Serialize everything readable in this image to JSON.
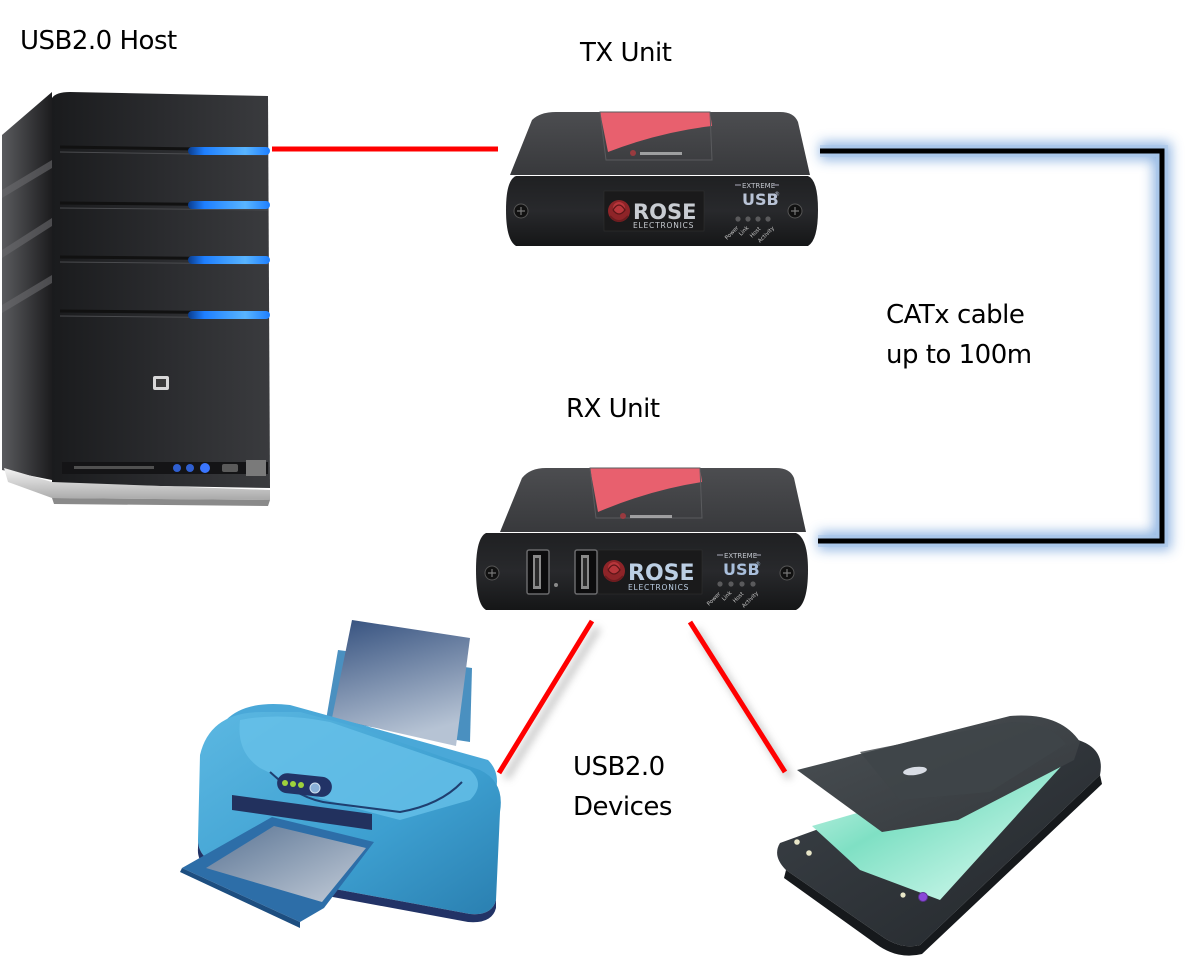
{
  "diagram": {
    "title": "USB2.0 extender over CATx cable",
    "nodes": {
      "host": {
        "label": "USB2.0 Host",
        "kind": "tower server"
      },
      "tx_unit": {
        "label": "TX Unit",
        "brand": "ROSE",
        "brand_sub": "ELECTRONICS",
        "product_top": "EXTREME",
        "product_main": "USB",
        "registered_mark": "®",
        "leds": [
          "Power",
          "Link",
          "Host",
          "Activity"
        ]
      },
      "rx_unit": {
        "label": "RX Unit",
        "brand": "ROSE",
        "brand_sub": "ELECTRONICS",
        "product_top": "EXTREME",
        "product_main": "USB",
        "registered_mark": "®",
        "usb_ports": 2,
        "leds": [
          "Power",
          "Link",
          "Host",
          "Activity"
        ]
      },
      "printer": {
        "kind": "inkjet printer"
      },
      "scanner": {
        "kind": "flatbed scanner"
      }
    },
    "labels": {
      "cable": [
        "CATx cable",
        "up to 100m"
      ],
      "devices": [
        "USB2.0",
        "Devices"
      ]
    },
    "connections": [
      {
        "from": "host",
        "to": "tx_unit",
        "type": "USB",
        "color": "#ff0000"
      },
      {
        "from": "tx_unit",
        "to": "rx_unit",
        "type": "CATx",
        "color": "#000000",
        "glow": "#8db3e2"
      },
      {
        "from": "rx_unit",
        "to": "printer",
        "type": "USB",
        "color": "#ff0000"
      },
      {
        "from": "rx_unit",
        "to": "scanner",
        "type": "USB",
        "color": "#ff0000"
      }
    ],
    "colors": {
      "usb_link": "#ff0000",
      "catx_link": "#000000",
      "catx_glow": "#8db3e2",
      "unit_body": "#2b2c2e",
      "unit_label_pink": "#e8606e",
      "rose_red": "#a0282c",
      "server_led_blue": "#1e7fff",
      "printer_blue": "#3d9fd0",
      "scanner_glass": "#7fe0c4"
    }
  }
}
